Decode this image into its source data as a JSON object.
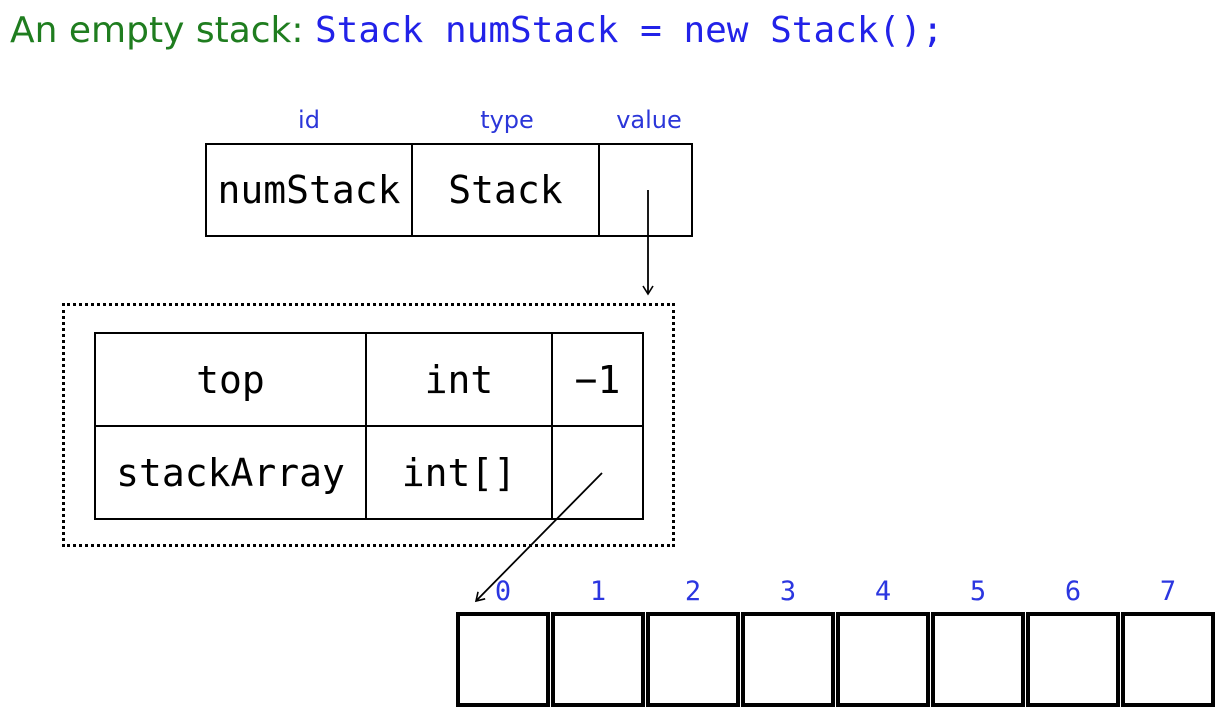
{
  "title": {
    "label": "An empty stack:",
    "code": "Stack numStack = new Stack();"
  },
  "colors": {
    "title_green": "#1f7d1f",
    "code_blue": "#2222e8",
    "header_blue": "#2b36d9",
    "index_blue": "#2b36e0",
    "line_black": "#000000"
  },
  "variable_table": {
    "headers": [
      "id",
      "type",
      "value"
    ],
    "row": {
      "id": "numStack",
      "type": "Stack",
      "value": ""
    }
  },
  "object_table": {
    "rows": [
      {
        "id": "top",
        "type": "int",
        "value": "−1"
      },
      {
        "id": "stackArray",
        "type": "int[]",
        "value": ""
      }
    ]
  },
  "array": {
    "indices": [
      "0",
      "1",
      "2",
      "3",
      "4",
      "5",
      "6",
      "7"
    ],
    "cells": [
      "",
      "",
      "",
      "",
      "",
      "",
      "",
      ""
    ]
  }
}
